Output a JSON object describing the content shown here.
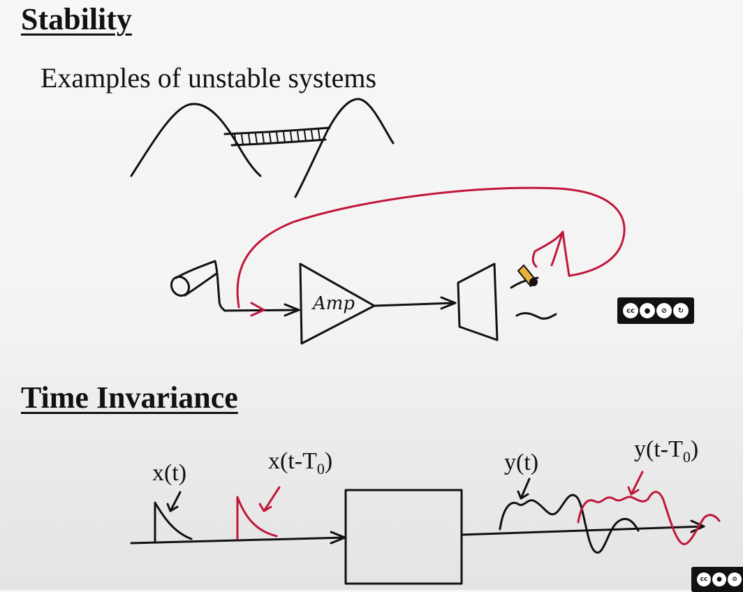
{
  "stability": {
    "heading": "Stability",
    "subtitle": "Examples of unstable systems",
    "amp_label": "Amp"
  },
  "time_invariance": {
    "heading": "Time Invariance",
    "labels": {
      "x": "x(t)",
      "x_shift_prefix": "x(t-T",
      "x_shift_sub": "0",
      "x_shift_suffix": ")",
      "y": "y(t)",
      "y_shift_prefix": "y(t-T",
      "y_shift_sub": "0",
      "y_shift_suffix": ")"
    }
  },
  "license": {
    "cc": "cc",
    "icons": [
      "by-icon",
      "nc-icon",
      "sa-icon"
    ]
  },
  "colors": {
    "ink": "#111111",
    "feedback_red": "#c0163a"
  }
}
